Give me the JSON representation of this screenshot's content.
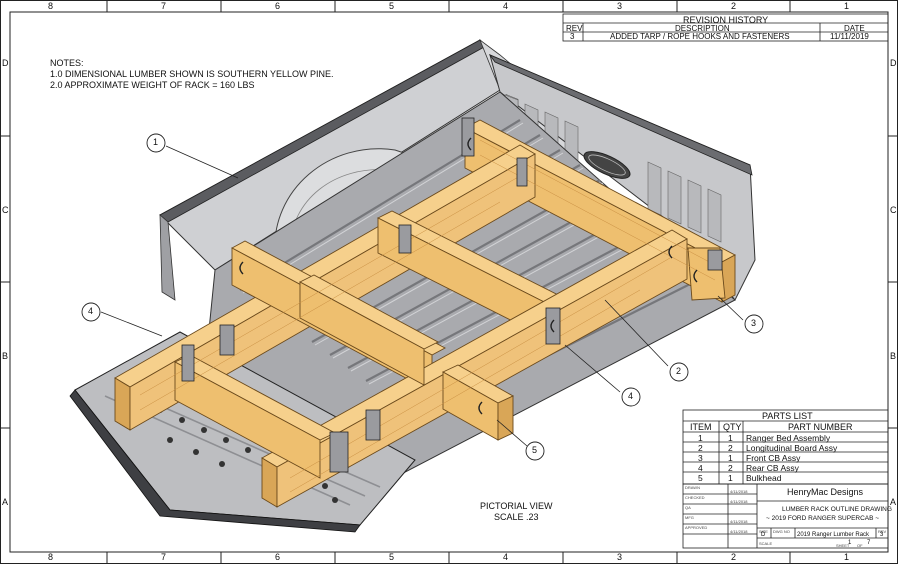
{
  "border": {
    "col_labels": [
      "8",
      "7",
      "6",
      "5",
      "4",
      "3",
      "2",
      "1"
    ],
    "row_labels": [
      "D",
      "C",
      "B",
      "A"
    ]
  },
  "notes": {
    "heading": "NOTES:",
    "items": [
      "1.0 DIMENSIONAL LUMBER SHOWN IS SOUTHERN YELLOW PINE.",
      "2.0 APPROXIMATE WEIGHT OF RACK = 160 LBS"
    ]
  },
  "revision_history": {
    "title": "REVISION HISTORY",
    "headers": [
      "REV",
      "DESCRIPTION",
      "DATE"
    ],
    "rows": [
      [
        "3",
        "ADDED TARP / ROPE HOOKS AND FASTENERS",
        "11/11/2019"
      ]
    ]
  },
  "parts_list": {
    "title": "PARTS LIST",
    "headers": [
      "ITEM",
      "QTY",
      "PART NUMBER"
    ],
    "rows": [
      [
        "1",
        "1",
        "Ranger Bed Assembly"
      ],
      [
        "2",
        "2",
        "Longitudinal Board Assy"
      ],
      [
        "3",
        "1",
        "Front CB Assy"
      ],
      [
        "4",
        "2",
        "Rear CB Assy"
      ],
      [
        "5",
        "1",
        "Bulkhead"
      ]
    ]
  },
  "view_label": {
    "line1": "PICTORIAL VIEW",
    "line2": "SCALE .23"
  },
  "balloons": [
    "1",
    "2",
    "3",
    "4",
    "4",
    "5"
  ],
  "title_block": {
    "company": "HenryMac Designs",
    "title_line1": "LUMBER RACK OUTLINE DRAWING",
    "title_line2": "~ 2019 FORD RANGER SUPERCAB ~",
    "size": "D",
    "dwg_no": "2019 Ranger Lumber Rack",
    "sheet_num": "1",
    "sheet_of": "7",
    "rev": "3",
    "dates": [
      "4/11/2018",
      "4/11/2018",
      "4/11/2018",
      "4/11/2018"
    ],
    "field_labels": [
      "DRAWN",
      "CHECKED",
      "QA",
      "MFG",
      "APPROVED",
      "SIZE",
      "DWG NO",
      "REV",
      "SCALE",
      "SHEET",
      "OF"
    ]
  },
  "colors": {
    "wood": "#f2c476",
    "wood_dark": "#d9a657",
    "wood_grain": "#c98f42",
    "bed": "#c9cacd",
    "bed_dark": "#8c8d91",
    "bed_light": "#e6e7e9",
    "line": "#222222"
  }
}
